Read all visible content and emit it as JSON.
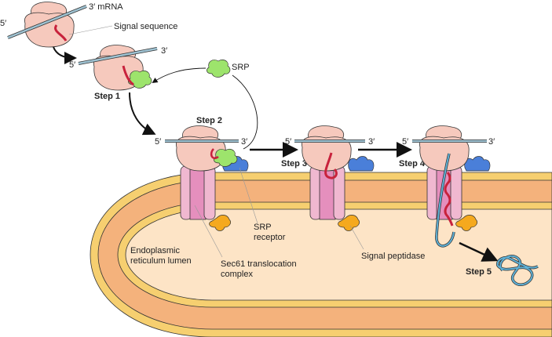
{
  "labels": {
    "mrna": "3′ mRNA",
    "five_prime": "5′",
    "three_prime": "3′",
    "signal_sequence": "Signal sequence",
    "srp": "SRP",
    "step1": "Step 1",
    "step2": "Step 2",
    "step3": "Step 3",
    "step4": "Step 4",
    "step5": "Step 5",
    "srp_receptor_1": "SRP",
    "srp_receptor_2": "receptor",
    "er_lumen_1": "Endoplasmic",
    "er_lumen_2": "reticulum lumen",
    "sec61_1": "Sec61 translocation",
    "sec61_2": "complex",
    "signal_peptidase": "Signal peptidase"
  },
  "colors": {
    "membrane_outer": "#f6cf70",
    "membrane_core": "#f4b27c",
    "lumen": "#fde4c6",
    "ribosome": "#f6c9bd",
    "mrna": "#9fc3d3",
    "signal_sequence": "#c8223c",
    "srp": "#9de46c",
    "srp_receptor": "#4a7fd9",
    "sec61": "#f0b8d0",
    "signal_peptidase": "#f5a91e",
    "protein_chain": "#5fb1d6"
  }
}
